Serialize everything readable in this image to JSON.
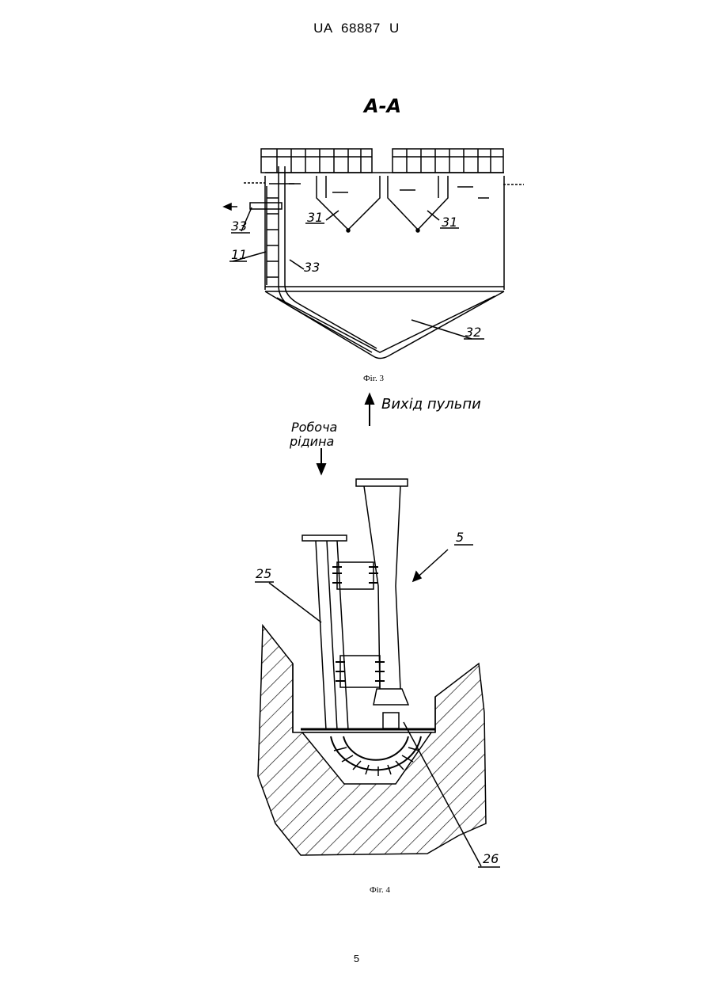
{
  "header": {
    "patent_number": "UA   68887   U"
  },
  "figure3": {
    "section_label": "А-А",
    "caption": "Фіг. 3",
    "labels": {
      "l33a": "33",
      "l11": "11",
      "l33b": "33",
      "l31a": "31",
      "l31b": "31",
      "l32": "32"
    }
  },
  "figure4": {
    "caption": "Фіг. 4",
    "pulp_outlet": "Вихід пульпи",
    "working_liquid_line1": "Робоча",
    "working_liquid_line2": "рідина",
    "labels": {
      "l5": "5",
      "l25": "25",
      "l26": "26"
    }
  },
  "footer": {
    "page_number": "5"
  }
}
